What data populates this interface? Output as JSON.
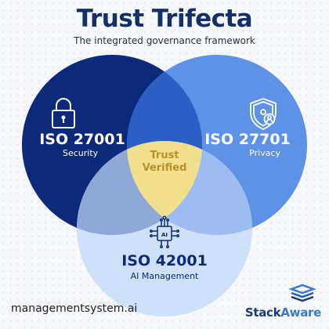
{
  "header": {
    "title": "Trust Trifecta",
    "subtitle": "The integrated governance framework"
  },
  "circles": [
    {
      "code": "ISO 27001",
      "label": "Security",
      "icon": "padlock-icon",
      "color": "#0b2a7a"
    },
    {
      "code": "ISO 27701",
      "label": "Privacy",
      "icon": "shield-user-icon",
      "color": "#5e92e6"
    },
    {
      "code": "ISO 42001",
      "label": "AI Management",
      "icon": "ai-chip-icon",
      "color": "#cfe0fb"
    }
  ],
  "center": {
    "line1": "Trust",
    "line2": "Verified",
    "color": "#f1df8e"
  },
  "footer": {
    "website": "managementsystem.ai",
    "brand_primary": "Stack",
    "brand_accent": "Aware",
    "logo_icon": "stacked-layers-icon"
  }
}
